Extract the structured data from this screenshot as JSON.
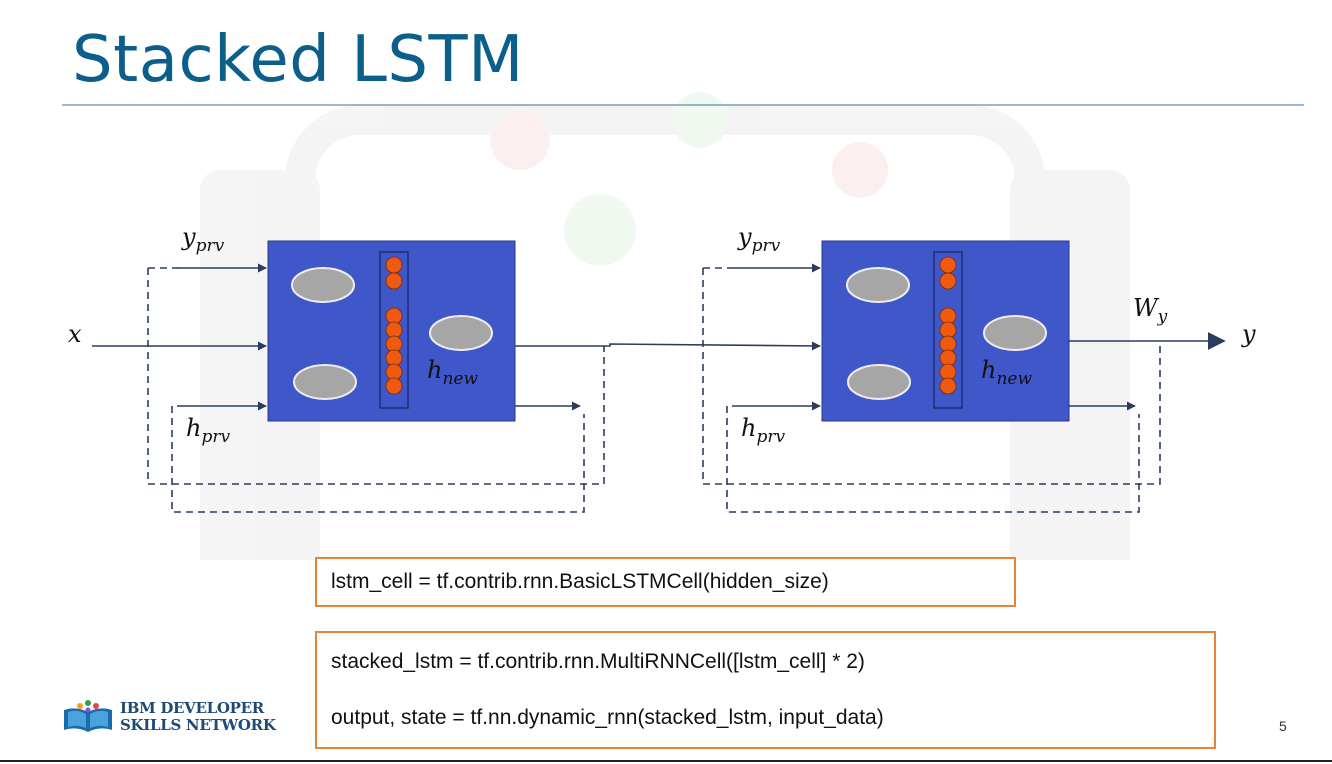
{
  "slide": {
    "title": "Stacked LSTM",
    "page_number": "5"
  },
  "diagram": {
    "input_label": "x",
    "output_label": "y",
    "weight_label": {
      "base": "W",
      "sub": "y"
    },
    "cells": [
      {
        "y_prev": {
          "base": "y",
          "sub": "prv"
        },
        "h_prev": {
          "base": "h",
          "sub": "prv"
        },
        "h_new": {
          "base": "h",
          "sub": "new"
        }
      },
      {
        "y_prev": {
          "base": "y",
          "sub": "prv"
        },
        "h_prev": {
          "base": "h",
          "sub": "prv"
        },
        "h_new": {
          "base": "h",
          "sub": "new"
        }
      }
    ],
    "colors": {
      "cell_fill": "#3f57c9",
      "neuron": "#f05a10",
      "gate": "#a6a6a6",
      "arrow": "#2b3d5e"
    }
  },
  "code": {
    "line1": "lstm_cell = tf.contrib.rnn.BasicLSTMCell(hidden_size)",
    "line2": "stacked_lstm = tf.contrib.rnn.MultiRNNCell([lstm_cell] * 2)",
    "line3": "output, state = tf.nn.dynamic_rnn(stacked_lstm, input_data)"
  },
  "logo": {
    "line1": "IBM DEVELOPER",
    "line2": "SKILLS NETWORK"
  }
}
